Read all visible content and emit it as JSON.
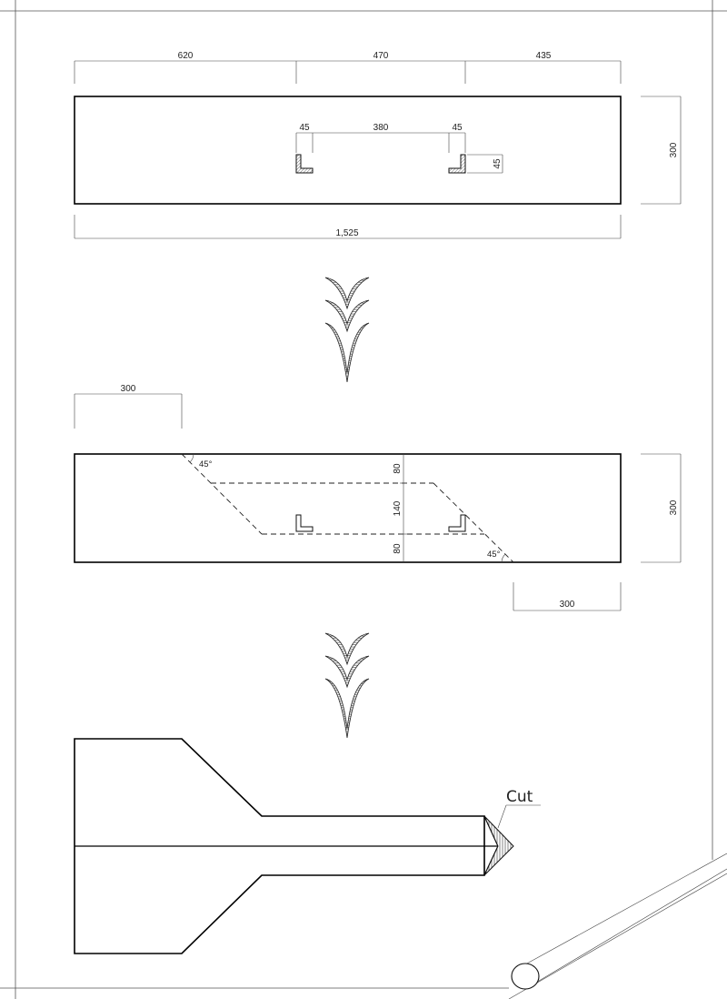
{
  "top_view": {
    "segments": [
      "620",
      "470",
      "435"
    ],
    "inner_segments": [
      "45",
      "380",
      "45"
    ],
    "bracket_height": "45",
    "height": "300",
    "total_length": "1,525"
  },
  "middle_view": {
    "offset_left": "300",
    "angle_top": "45°",
    "angle_bottom": "45°",
    "vertical_segments": [
      "80",
      "140",
      "80"
    ],
    "height": "300",
    "offset_right": "300"
  },
  "bottom_view": {
    "cut_label": "Cut"
  }
}
